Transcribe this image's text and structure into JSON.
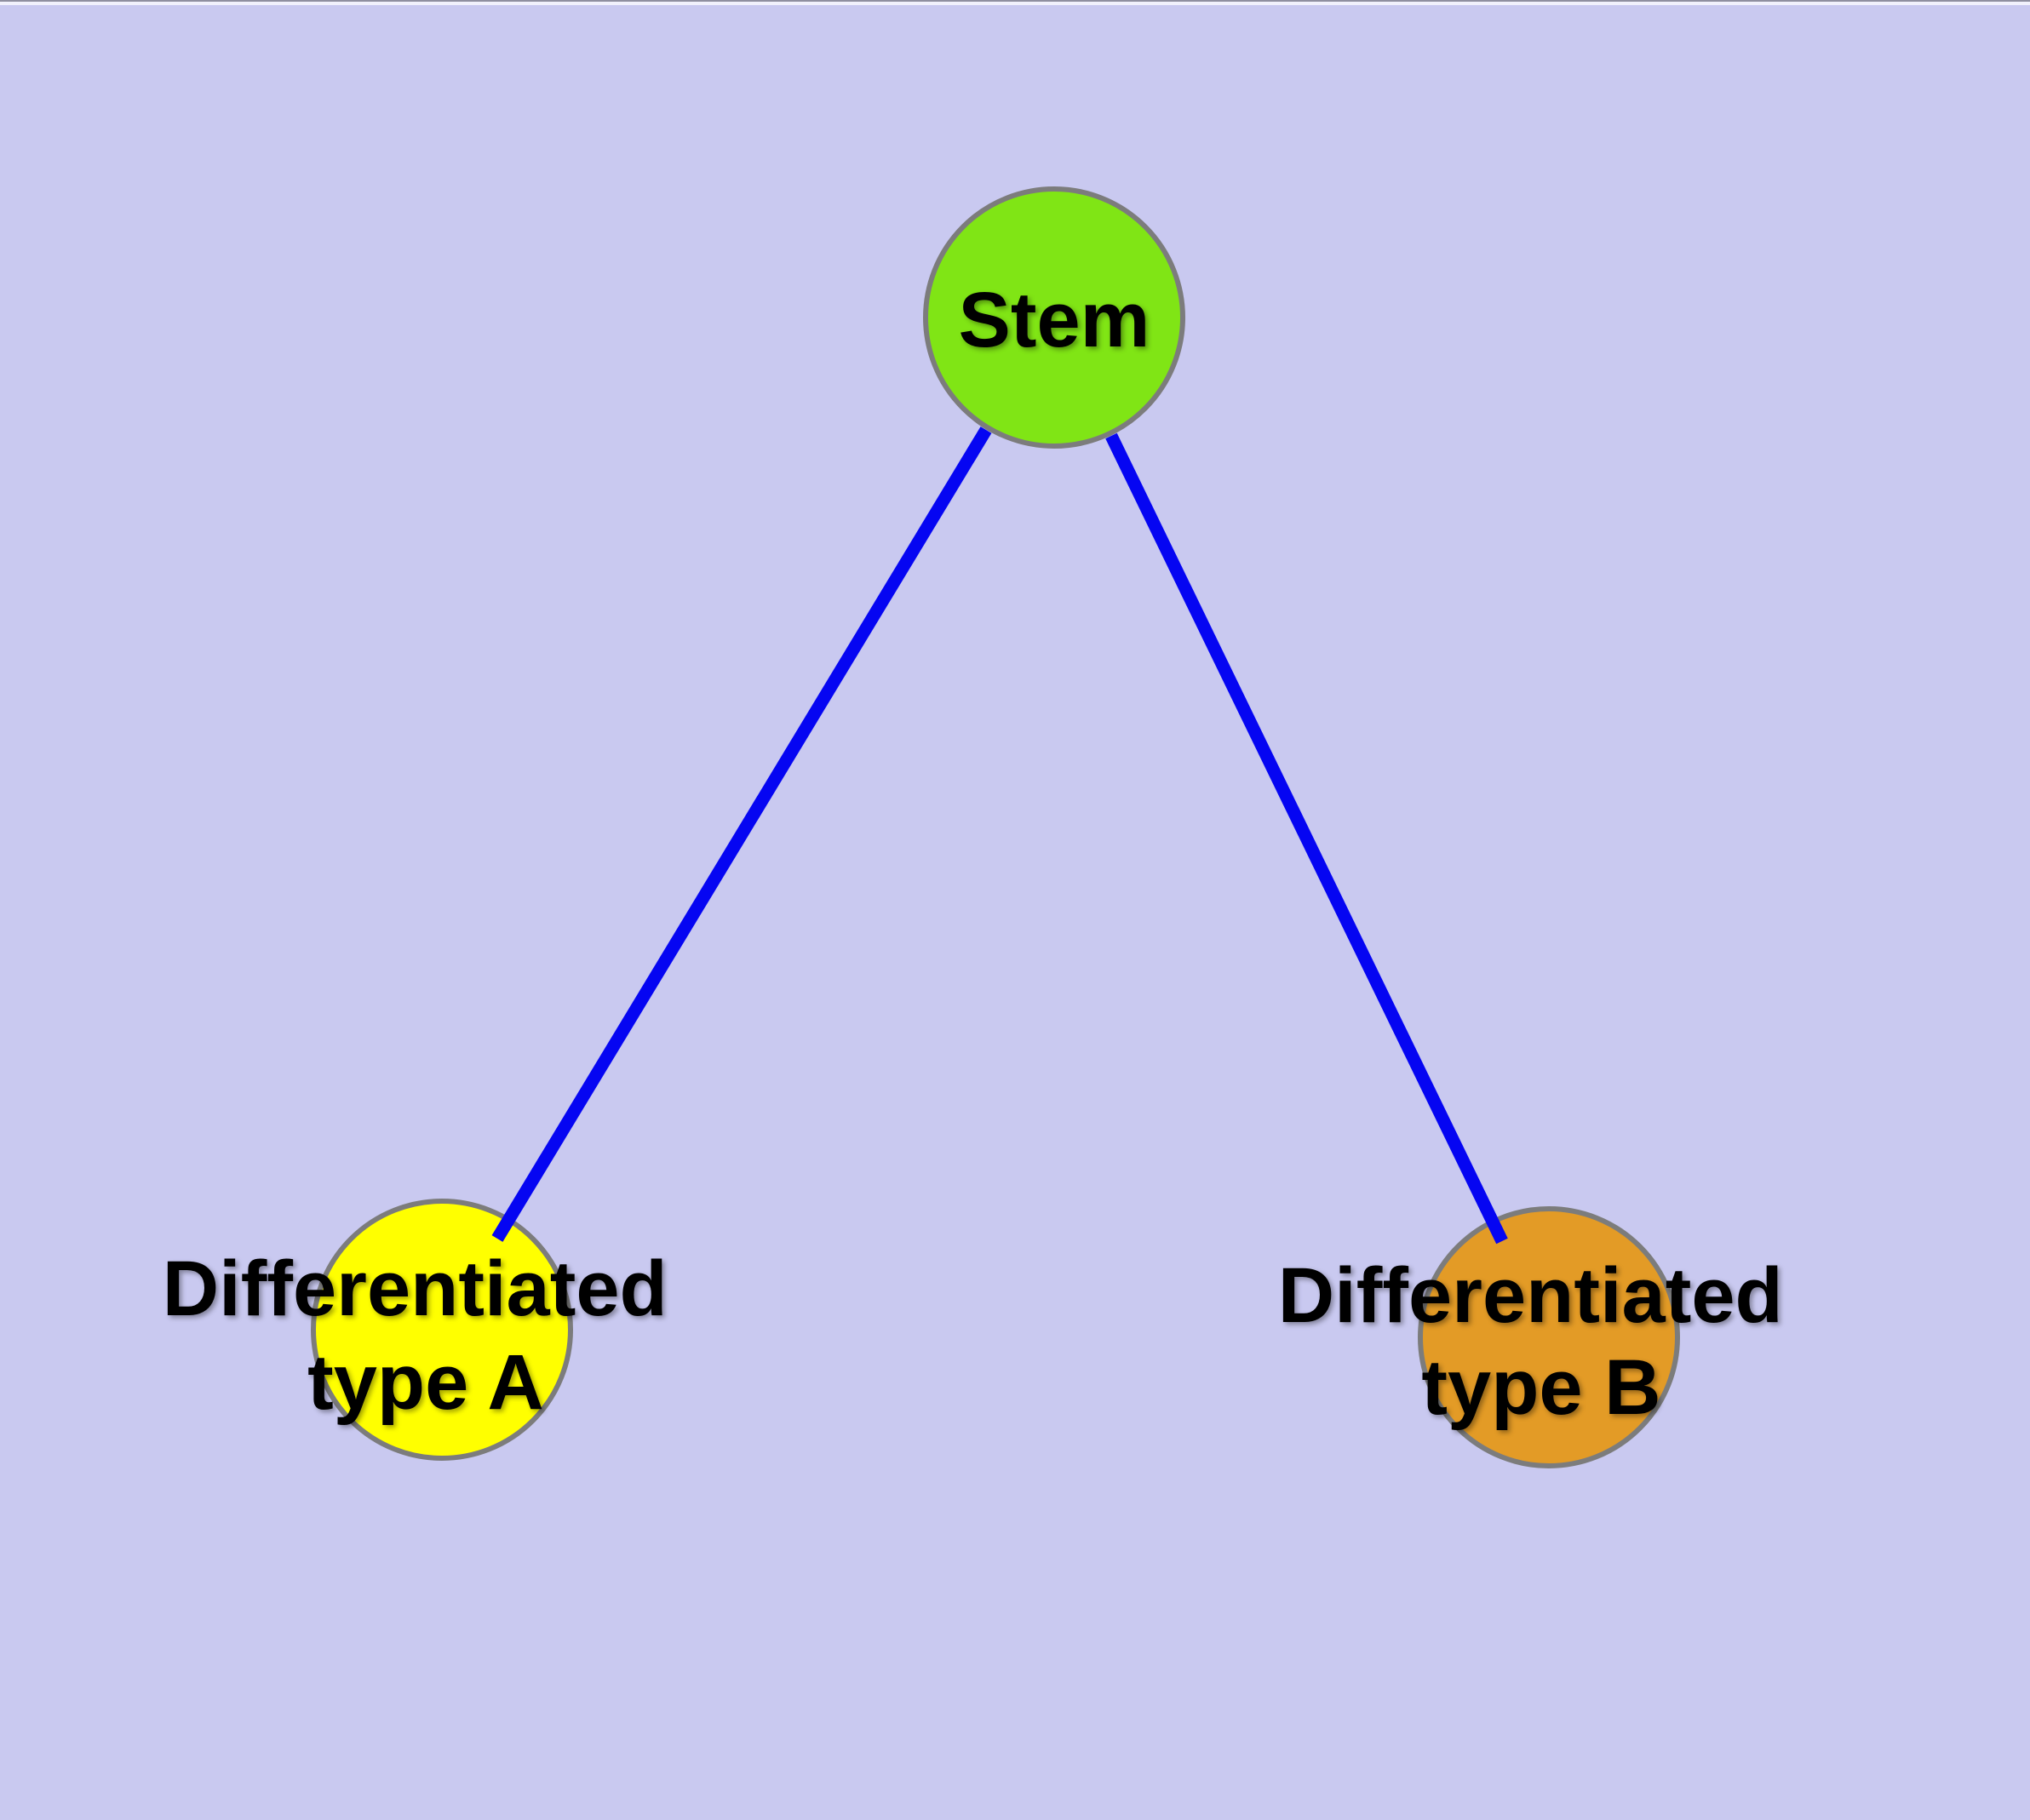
{
  "diagram": {
    "nodes": {
      "stem": {
        "label": "Stem",
        "fill": "#80E515"
      },
      "type_a": {
        "label_line1": "Differentiated",
        "label_line2": "type A",
        "fill": "#FFFF00"
      },
      "type_b": {
        "label_line1": "Differentiated",
        "label_line2": "type B",
        "fill": "#E39B26"
      }
    },
    "edges": [
      {
        "from": "Stem",
        "to": "Differentiated type A"
      },
      {
        "from": "Stem",
        "to": "Differentiated type B"
      }
    ]
  },
  "colors": {
    "background": "#C9C9F0",
    "edge": "#0505F2",
    "node_border": "#7C7C7C",
    "label_text": "#000000",
    "top_edge_line": "#8F8FA0",
    "top_edge_highlight": "#F1F1FC"
  }
}
